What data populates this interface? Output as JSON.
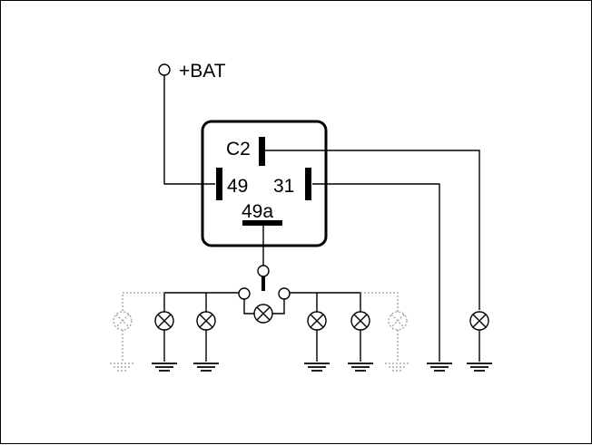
{
  "supply": {
    "label": "+BAT"
  },
  "relay": {
    "terminals": {
      "c2": "C2",
      "t49": "49",
      "t31": "31",
      "t49a": "49a"
    }
  },
  "colors": {
    "line": "#000000",
    "dotted": "#999999",
    "background": "#ffffff"
  },
  "icons": [
    "lamp-icon",
    "ground-icon",
    "terminal-icon",
    "switch-icon"
  ]
}
